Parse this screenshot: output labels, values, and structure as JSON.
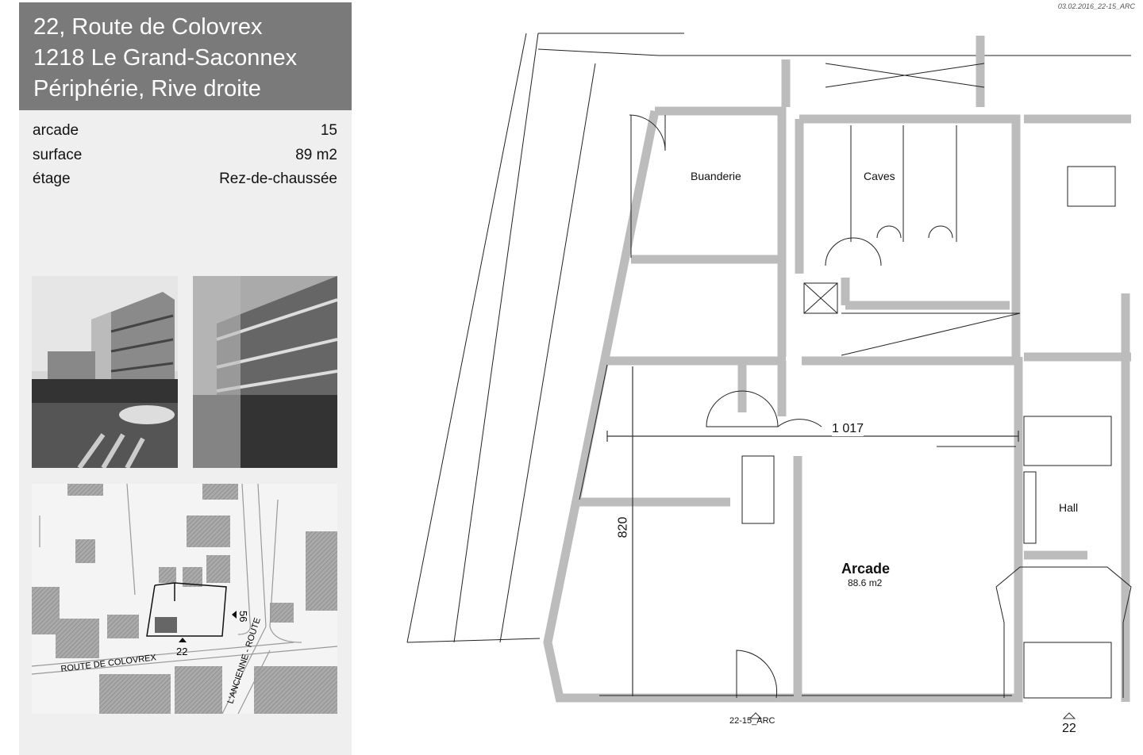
{
  "header": {
    "line1": "22, Route de Colovrex",
    "line2": "1218 Le Grand-Saconnex",
    "line3": "Périphérie, Rive droite"
  },
  "details": [
    {
      "label": "arcade",
      "value": "15"
    },
    {
      "label": "surface",
      "value": "89 m2"
    },
    {
      "label": "étage",
      "value": "Rez-de-chaussée"
    }
  ],
  "map": {
    "street1": "ROUTE DE COLOVREX",
    "street2": "L'ANCIENNE - ROUTE",
    "num1": "22",
    "num2": "56"
  },
  "plan": {
    "stamp": "03.02.2016_22-15_ARC",
    "rooms": {
      "buanderie": "Buanderie",
      "caves": "Caves",
      "hall": "Hall",
      "arcade": "Arcade",
      "arcade_area": "88.6 m2"
    },
    "dim_width": "1 017",
    "dim_height": "820",
    "section_ref": "22-15_ARC",
    "entry_num": "22"
  }
}
